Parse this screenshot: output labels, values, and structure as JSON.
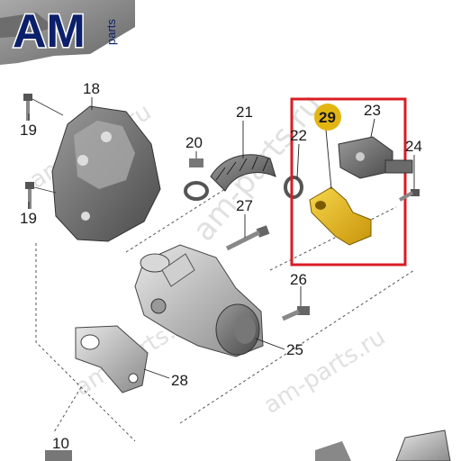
{
  "logo": {
    "am": "AM",
    "parts": "parts",
    "brand_color": "#0b1f6b",
    "accent_color": "#ffffff"
  },
  "watermark": {
    "text": "am-parts.ru",
    "color": "#c8c8c8"
  },
  "highlight": {
    "color": "#d91c24",
    "part": "29",
    "part_color": "#e2b513"
  },
  "labels": {
    "l10": "10",
    "l18": "18",
    "l19a": "19",
    "l19b": "19",
    "l20": "20",
    "l21": "21",
    "l22": "22",
    "l23": "23",
    "l24": "24",
    "l25": "25",
    "l26": "26",
    "l27": "27",
    "l28": "28",
    "l29": "29"
  }
}
